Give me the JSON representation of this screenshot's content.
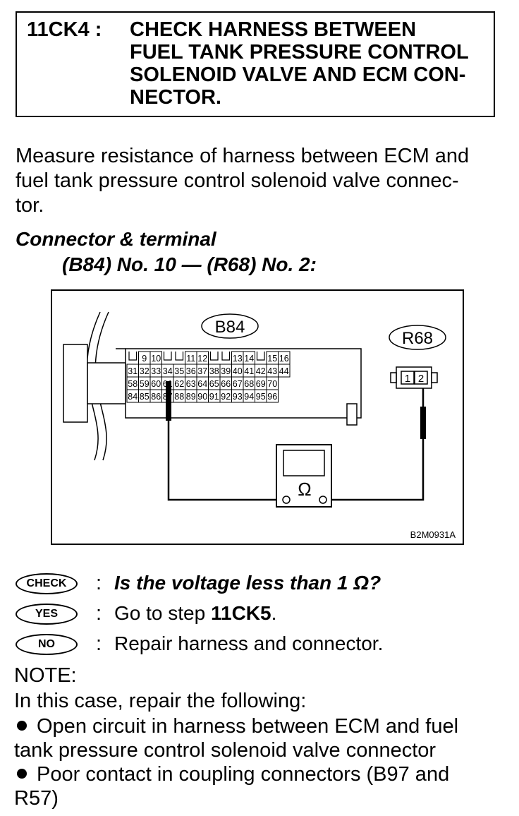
{
  "step": {
    "code": "11CK4 :",
    "title_lines": [
      "CHECK HARNESS BETWEEN",
      "FUEL TANK PRESSURE CONTROL",
      "SOLENOID VALVE AND ECM CON-",
      "NECTOR."
    ]
  },
  "instruction_lines": [
    "Measure resistance of harness between ECM and",
    "fuel tank pressure control solenoid valve connec-",
    "tor."
  ],
  "connector": {
    "heading": "Connector & terminal",
    "detail": "(B84) No. 10 — (R68) No. 2:"
  },
  "figure": {
    "code": "B2M0931A",
    "ecm_connector_label": "B84",
    "valve_connector_label": "R68",
    "ohm_symbol": "Ω",
    "row1": [
      "9",
      "10",
      "11",
      "12",
      "13",
      "14",
      "15",
      "16"
    ],
    "row2": [
      "31",
      "32",
      "33",
      "34",
      "35",
      "36",
      "37",
      "38",
      "39",
      "40",
      "41",
      "42",
      "43",
      "44"
    ],
    "row3": [
      "58",
      "59",
      "60",
      "61",
      "62",
      "63",
      "64",
      "65",
      "66",
      "67",
      "68",
      "69",
      "70"
    ],
    "row4": [
      "84",
      "85",
      "86",
      "87",
      "88",
      "89",
      "90",
      "91",
      "92",
      "93",
      "94",
      "95",
      "96"
    ],
    "valve_pins": [
      "1",
      "2"
    ]
  },
  "results": {
    "check_badge": "CHECK",
    "yes_badge": "YES",
    "no_badge": "NO",
    "colon": ":",
    "check_text": "Is the voltage less than 1 Ω?",
    "yes_text_prefix": "Go to step ",
    "yes_text_step": "11CK5",
    "yes_text_suffix": ".",
    "no_text": "Repair harness and connector."
  },
  "note": {
    "heading": "NOTE:",
    "intro": "In this case, repair the following:",
    "item1_line1": "Open circuit in harness between ECM and fuel",
    "item1_line2": "tank pressure control solenoid valve connector",
    "item2_line1": "Poor contact in coupling connectors (B97 and",
    "item2_line2": "R57)"
  }
}
